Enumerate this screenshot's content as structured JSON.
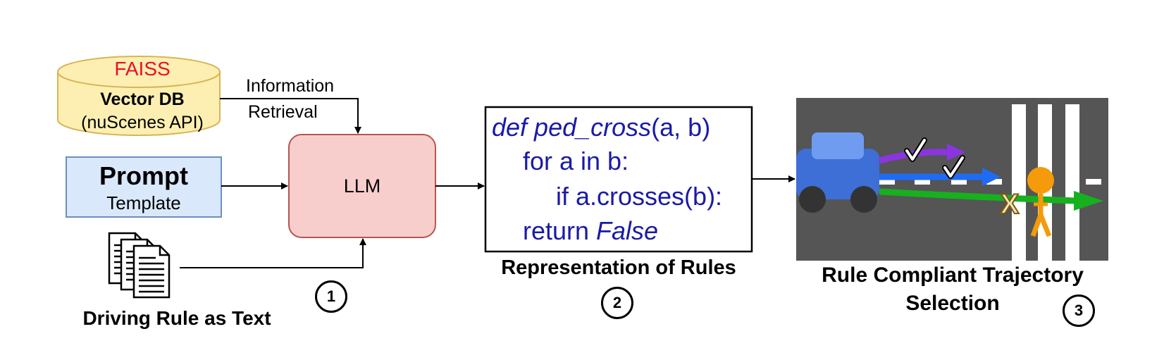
{
  "vector_db": {
    "name": "FAISS",
    "title": "Vector DB",
    "subtitle": "(nuScenes API)"
  },
  "retrieval": {
    "line1": "Information",
    "line2": "Retrieval"
  },
  "prompt": {
    "title": "Prompt",
    "subtitle": "Template"
  },
  "llm": {
    "label": "LLM"
  },
  "driving_rule": {
    "label": "Driving Rule as Text"
  },
  "code": {
    "def_kw": "def ped_cross",
    "def_args": "(a, b)",
    "line2": "for a in b:",
    "line3": "if a.crosses(b):",
    "line4_kw": "return ",
    "line4_val": "False"
  },
  "representation": {
    "label": "Representation of Rules"
  },
  "trajectory": {
    "line1": "Rule Compliant Trajectory",
    "line2": "Selection",
    "reject_mark": "X"
  },
  "steps": [
    "1",
    "2",
    "3"
  ],
  "colors": {
    "db_fill": "#fdefb2",
    "db_stroke": "#d6b656",
    "faiss_text": "#e8102a",
    "prompt_fill": "#dae8fc",
    "prompt_stroke": "#6c8ebf",
    "llm_fill": "#f8cecc",
    "llm_stroke": "#b85450",
    "code_text": "#1a1aa6",
    "road": "#555555",
    "car_body": "#3d6fd6",
    "car_top": "#6f9bf0",
    "traj_purple": "#8a35e0",
    "traj_blue": "#1f6bf5",
    "traj_green": "#17b01f",
    "pedestrian": "#f59a0b"
  }
}
